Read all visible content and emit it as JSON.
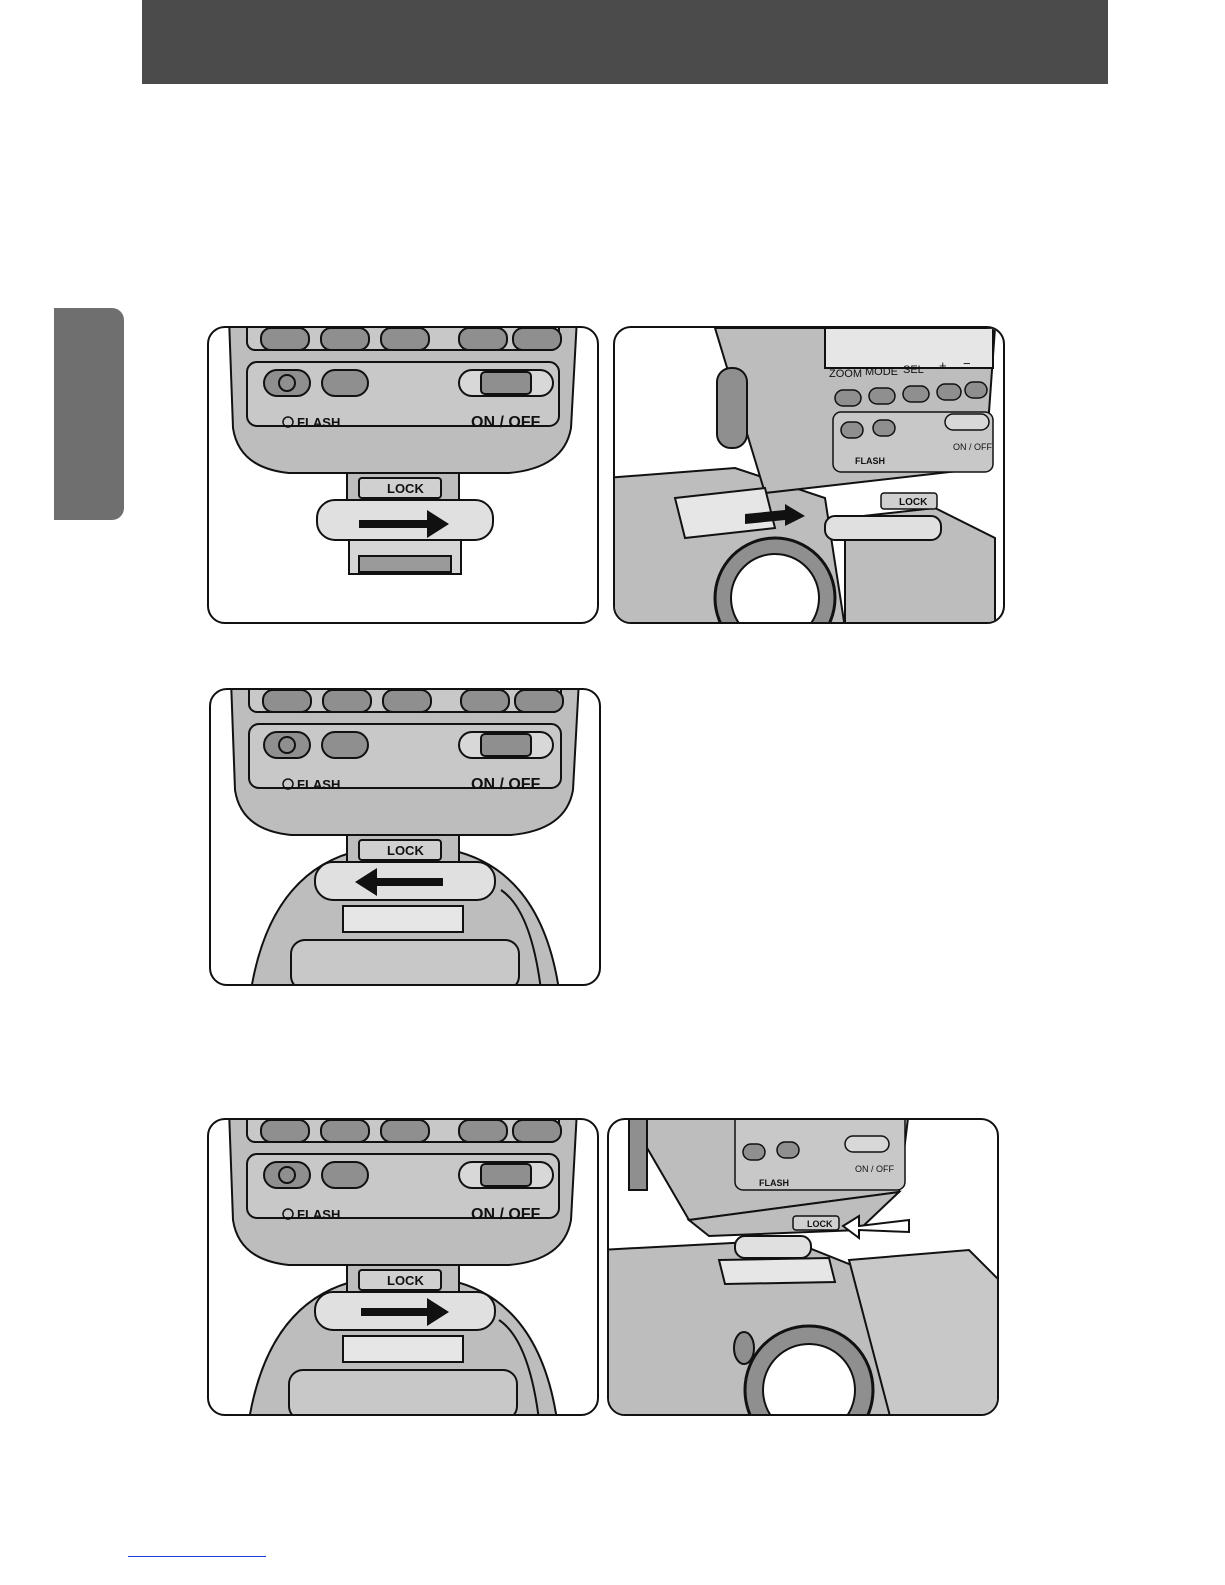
{
  "figures": {
    "fig1": {
      "flash_label": "FLASH",
      "power_label": "ON / OFF",
      "lock_label": "LOCK"
    },
    "fig2": {
      "zoom_label": "ZOOM",
      "mode_label": "MODE",
      "sel_label": "SEL",
      "plus_label": "+",
      "minus_label": "−",
      "flash_label": "FLASH",
      "power_label": "ON / OFF",
      "lock_label": "LOCK"
    },
    "fig3": {
      "flash_label": "FLASH",
      "power_label": "ON / OFF",
      "lock_label": "LOCK"
    },
    "fig4": {
      "flash_label": "FLASH",
      "power_label": "ON / OFF",
      "lock_label": "LOCK"
    },
    "fig5": {
      "flash_label": "FLASH",
      "power_label": "ON / OFF",
      "lock_label": "LOCK"
    }
  },
  "colors": {
    "header": "#4b4b4b",
    "side_tab": "#6f6f6f",
    "device_body": "#bdbdbd",
    "device_dark": "#8f8f8f"
  }
}
